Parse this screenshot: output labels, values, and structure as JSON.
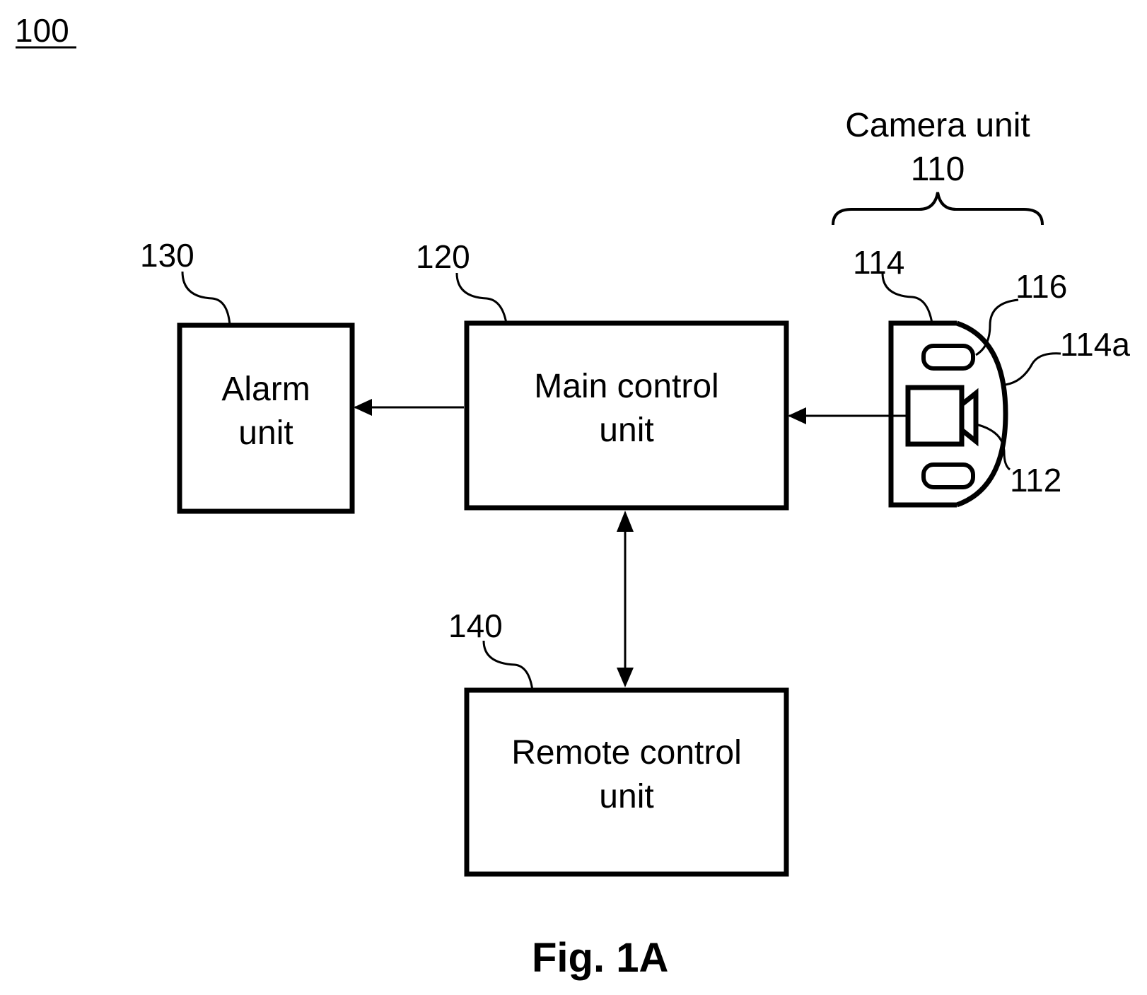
{
  "figure": {
    "number": "100",
    "caption": "Fig. 1A"
  },
  "camera_unit": {
    "label": "Camera unit",
    "ref": "110",
    "housing_ref": "114",
    "cover_ref": "114a",
    "light_ref": "116",
    "camera_ref": "112"
  },
  "main_control": {
    "ref": "120",
    "label": "Main control\nunit"
  },
  "alarm": {
    "ref": "130",
    "label": "Alarm\nunit"
  },
  "remote_control": {
    "ref": "140",
    "label": "Remote control\nunit"
  }
}
